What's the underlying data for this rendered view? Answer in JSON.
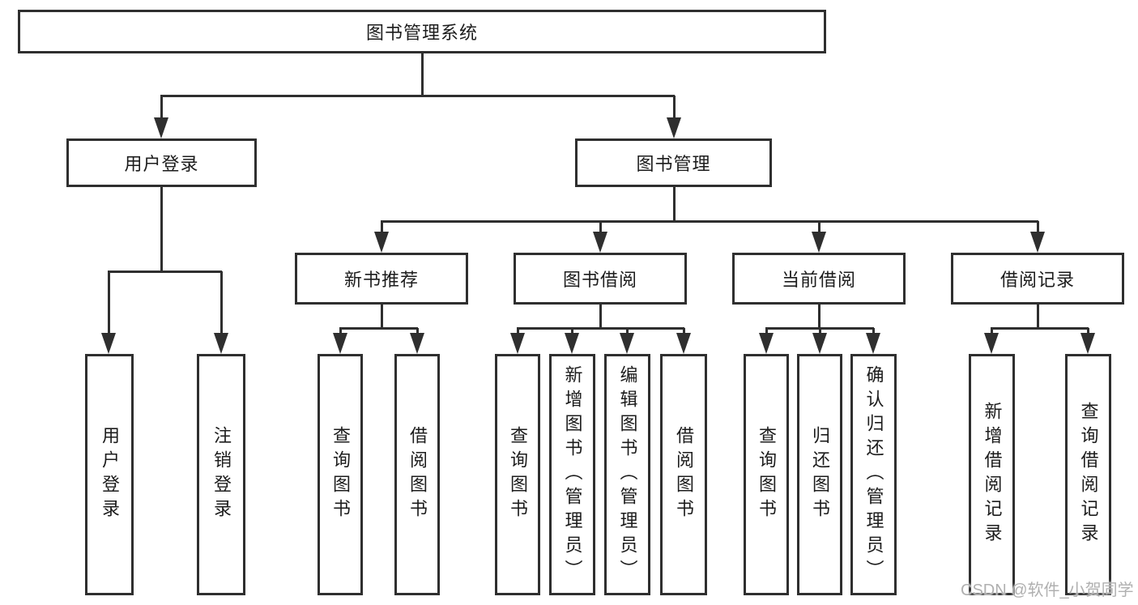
{
  "diagram": {
    "root": {
      "label": "图书管理系统"
    },
    "user_login": {
      "label": "用户登录",
      "children": {
        "login": {
          "label": "用户登录"
        },
        "logout": {
          "label": "注销登录"
        }
      }
    },
    "book_mgmt": {
      "label": "图书管理",
      "new_book_rec": {
        "label": "新书推荐",
        "children": {
          "query": {
            "label": "查询图书"
          },
          "borrow": {
            "label": "借阅图书"
          }
        }
      },
      "book_borrow": {
        "label": "图书借阅",
        "children": {
          "query": {
            "label": "查询图书"
          },
          "add": {
            "label": "新增图书（管理员）"
          },
          "edit": {
            "label": "编辑图书（管理员）"
          },
          "borrow": {
            "label": "借阅图书"
          }
        }
      },
      "current_borrow": {
        "label": "当前借阅",
        "children": {
          "query": {
            "label": "查询图书"
          },
          "return": {
            "label": "归还图书"
          },
          "confirm": {
            "label": "确认归还（管理员）"
          }
        }
      },
      "borrow_records": {
        "label": "借阅记录",
        "children": {
          "add": {
            "label": "新增借阅记录"
          },
          "query": {
            "label": "查询借阅记录"
          }
        }
      }
    },
    "watermark": "CSDN @软件_小贺同学",
    "colors": {
      "line": "#2f2f2f",
      "text": "#1c1c1c",
      "watermark": "#b0b0b0",
      "background": "#ffffff"
    }
  }
}
